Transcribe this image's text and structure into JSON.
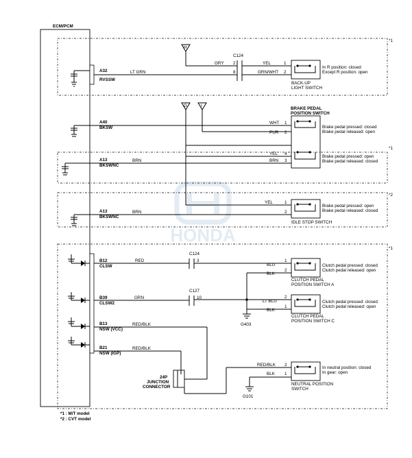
{
  "ecm_title": "ECM/PCM",
  "watermark": "HONDA",
  "model_markers": {
    "mt": "*1",
    "cvt": "*2"
  },
  "notes": [
    "*1 : M/T model",
    "*2 : CVT model"
  ],
  "groups": {
    "backup": {
      "pin": "A32",
      "signal": "RVSSW",
      "wire": "LT GRN",
      "connector": "C124",
      "connector_pins": [
        "2",
        "8"
      ],
      "supply_label": "H",
      "wire_in": "GRY",
      "wires_out": [
        "YEL",
        "GRN/WHT"
      ],
      "switch_pins": [
        "1",
        "2"
      ],
      "switch_name": [
        "BACK-UP",
        "LIGHT SWITCH"
      ],
      "states": [
        "In R position: closed",
        "Except R position: open"
      ]
    },
    "brake": {
      "title": [
        "BRAKE PEDAL",
        "POSITION SWITCH"
      ],
      "supply_labels": [
        "G",
        "I"
      ],
      "pin": "A40",
      "signal": "BKSW",
      "wires": [
        "WHT",
        "PUR"
      ],
      "pins_upper": [
        "1",
        "2"
      ],
      "states_upper": [
        "Brake pedal pressed: closed",
        "Brake pedal released: open"
      ],
      "nc_pin": "A13",
      "nc_signal": "BKSWNC",
      "nc_wire": "BRN",
      "wires_lower": [
        "YEL",
        "BRN"
      ],
      "pins_lower": [
        "4",
        "3"
      ],
      "states_lower": [
        "Brake pedal pressed: open",
        "Brake pedal released: closed"
      ]
    },
    "idle": {
      "pin": "A13",
      "signal": "BKSWNC",
      "wire": "BRN",
      "wire_in": "YEL",
      "switch_pins": [
        "1",
        "2"
      ],
      "switch_name": "IDLE STOP SWITCH",
      "states": [
        "Brake pedal pressed: open",
        "Brake pedal released: closed"
      ]
    },
    "clutch": {
      "a_pin": "B12",
      "a_signal": "CLSW",
      "a_wire": "RED",
      "a_connector": "C124",
      "a_connector_pin": "3",
      "a_wires_out": [
        "BLU",
        "BLK"
      ],
      "a_switch_pins": [
        "1",
        "2"
      ],
      "a_name": [
        "CLUTCH PEDAL",
        "POSITION SWITCH A"
      ],
      "a_states": [
        "Clutch pedal pressed: closed",
        "Clutch pedal released: open"
      ],
      "c_pin": "B39",
      "c_signal": "CLSW2",
      "c_wire": "GRN",
      "c_connector": "C127",
      "c_connector_pin": "10",
      "c_wires_out": [
        "LT BLU",
        "BLK"
      ],
      "c_switch_pins": [
        "2",
        "1"
      ],
      "c_name": [
        "CLUTCH PEDAL",
        "POSITION SWITCH C"
      ],
      "c_states": [
        "Clutch pedal pressed: closed",
        "Clutch pedal released: open"
      ],
      "ground_a": "G403",
      "n1_pin": "B13",
      "n1_signal": "NSW (VCC)",
      "n1_wire": "RED/BLK",
      "n2_pin": "B21",
      "n2_signal": "NSW (IGP)",
      "n2_wire": "RED/BLK",
      "junction": [
        "24P",
        "JUNCTION",
        "CONNECTOR"
      ],
      "neutral_wires": [
        "RED/BLK",
        "BLK"
      ],
      "neutral_pins": [
        "2",
        "1"
      ],
      "neutral_name": [
        "NEUTRAL POSITION",
        "SWITCH"
      ],
      "neutral_states": [
        "In neutral position: closed",
        "In gear: open"
      ],
      "ground_b": "G101"
    }
  }
}
